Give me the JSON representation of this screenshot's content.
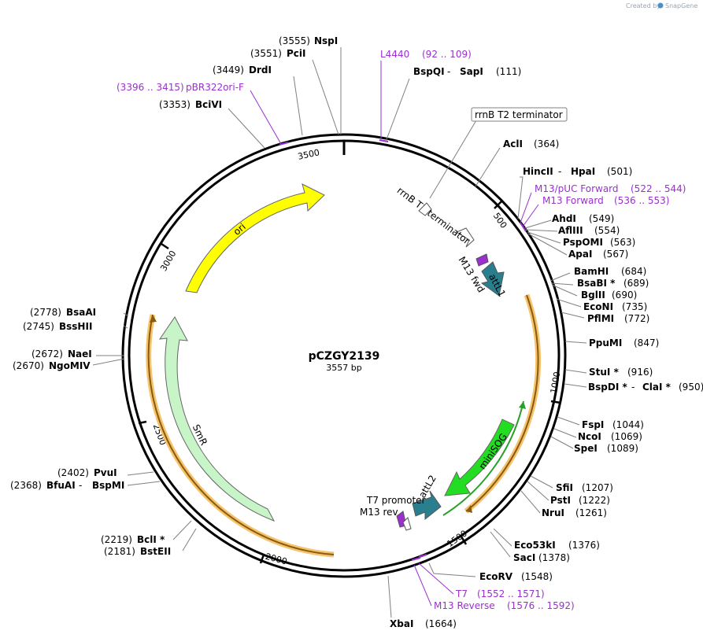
{
  "watermark": {
    "text": "Created by",
    "brand": "SnapGene"
  },
  "plasmid": {
    "name": "pCZGY2139",
    "size_text": "3557 bp"
  },
  "ruler_ticks": [
    "500",
    "1000",
    "1500",
    "2000",
    "2500",
    "3000",
    "3500"
  ],
  "enzymes_right": [
    {
      "name": "AclI",
      "pos": "(364)"
    },
    {
      "name": "HincII",
      "sep": " - ",
      "name2": "HpaI",
      "pos": "(501)"
    },
    {
      "name": "AhdI",
      "pos": "(549)"
    },
    {
      "name": "AflIII",
      "pos": "(554)"
    },
    {
      "name": "PspOMI",
      "pos": "(563)"
    },
    {
      "name": "ApaI",
      "pos": "(567)"
    },
    {
      "name": "BamHI",
      "pos": "(684)"
    },
    {
      "name": "BsaBI *",
      "pos": "(689)"
    },
    {
      "name": "BglII",
      "pos": "(690)"
    },
    {
      "name": "EcoNI",
      "pos": "(735)"
    },
    {
      "name": "PflMI",
      "pos": "(772)"
    },
    {
      "name": "PpuMI",
      "pos": "(847)"
    },
    {
      "name": "StuI *",
      "pos": "(916)"
    },
    {
      "name": "BspDI *",
      "sep": " - ",
      "name2": "ClaI *",
      "pos": "(950)"
    },
    {
      "name": "FspI",
      "pos": "(1044)"
    },
    {
      "name": "NcoI",
      "pos": "(1069)"
    },
    {
      "name": "SpeI",
      "pos": "(1089)"
    },
    {
      "name": "SfiI",
      "pos": "(1207)"
    },
    {
      "name": "PstI",
      "pos": "(1222)"
    },
    {
      "name": "NruI",
      "pos": "(1261)"
    },
    {
      "name": "Eco53kI",
      "pos": "(1376)"
    },
    {
      "name": "SacI",
      "pos": "(1378)"
    },
    {
      "name": "EcoRV",
      "pos": "(1548)"
    },
    {
      "name": "XbaI",
      "pos": "(1664)"
    }
  ],
  "enzymes_left": [
    {
      "name": "NspI",
      "pos": "(3555)"
    },
    {
      "name": "PciI",
      "pos": "(3551)"
    },
    {
      "name": "DrdI",
      "pos": "(3449)"
    },
    {
      "name": "BciVI",
      "pos": "(3353)"
    },
    {
      "name": "BsaAI",
      "pos": "(2778)"
    },
    {
      "name": "BssHII",
      "pos": "(2745)"
    },
    {
      "name": "NaeI",
      "pos": "(2672)"
    },
    {
      "name": "NgoMIV",
      "pos": "(2670)"
    },
    {
      "name": "PvuI",
      "pos": "(2402)"
    },
    {
      "name": "BfuAI",
      "sep": " - ",
      "name2": "BspMI",
      "pos": "(2368)"
    },
    {
      "name": "BclI *",
      "pos": "(2219)"
    },
    {
      "name": "BstEII",
      "pos": "(2181)"
    }
  ],
  "top_site": {
    "name": "BspQI",
    "sep": " - ",
    "name2": "SapI",
    "pos": "(111)"
  },
  "primers": [
    {
      "name": "L4440",
      "pos": "(92 .. 109)"
    },
    {
      "name": "pBR322ori-F",
      "pos": "(3396 .. 3415)"
    },
    {
      "name": "M13/pUC Forward",
      "pos": "(522 .. 544)"
    },
    {
      "name": "M13 Forward",
      "pos": "(536 .. 553)"
    },
    {
      "name": "T7",
      "pos": "(1552 .. 1571)"
    },
    {
      "name": "M13 Reverse",
      "pos": "(1576 .. 1592)"
    }
  ],
  "features": {
    "rrnb_t2": "rrnB T2 terminator",
    "rrnb_t1": "rrnB T1 terminator",
    "m13_fwd": "M13 fwd",
    "attl1": "attL1",
    "ori": "ori",
    "smr": "SmR",
    "minisog": "miniSOG",
    "t7_promoter": "T7 promoter",
    "m13_rev": "M13 rev",
    "attl2": "attL2"
  },
  "colors": {
    "ori": "#ffff00",
    "smr": "#c8f5c8",
    "minisog": "#22dd22",
    "attl": "#2a7f8f",
    "orange_band": "#f5c36b",
    "primer": "#9b2fd0",
    "backbone": "#000000"
  }
}
